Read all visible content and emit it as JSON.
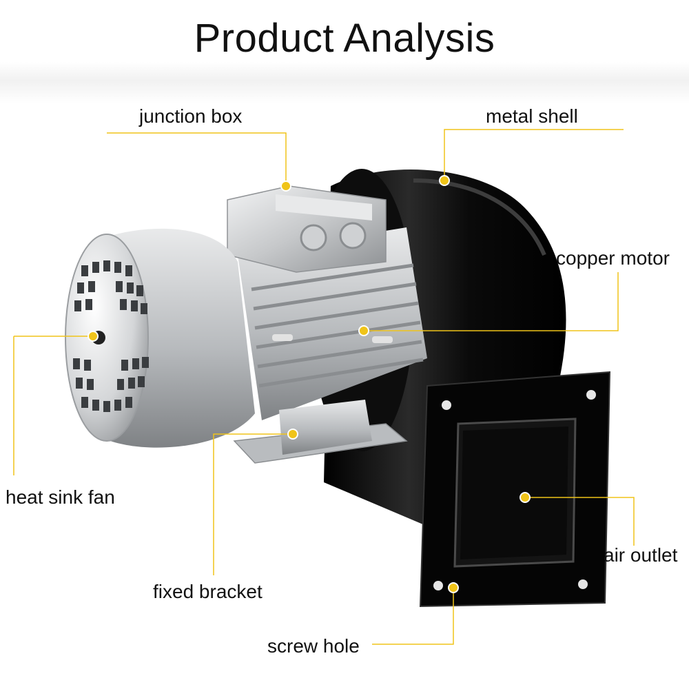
{
  "title": "Product Analysis",
  "labels": {
    "junction_box": "junction box",
    "metal_shell": "metal shell",
    "copper_motor": "copper motor",
    "heat_sink_fan": "heat sink fan",
    "air_outlet": "air outlet",
    "fixed_bracket": "fixed bracket",
    "screw_hole": "screw hole"
  },
  "colors": {
    "callout": "#f0c419",
    "shell": "#0b0b0b",
    "aluminum": "#c9cbcd"
  }
}
